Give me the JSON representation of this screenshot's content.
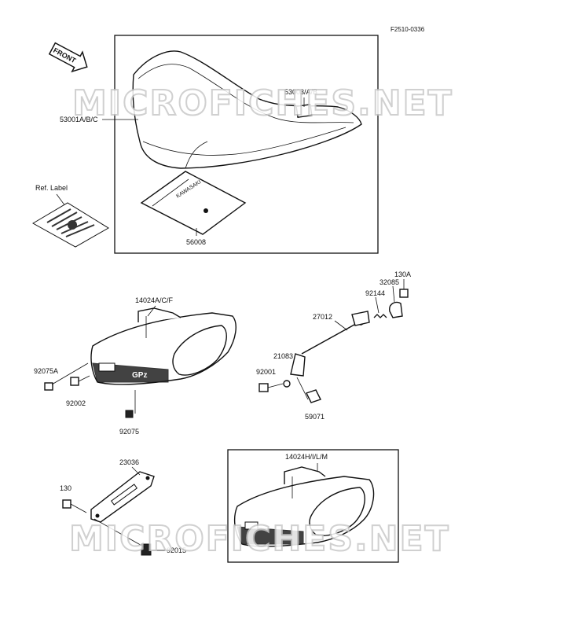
{
  "diagram": {
    "figure_code": "F2510-0336",
    "front_arrow_text": "FRONT",
    "ref_label_caption": "Ref. Label",
    "watermark_text": "MICROFICHES.NET",
    "brand_text_on_label": "KAWASAKI",
    "fairing_badge_text": "GPz",
    "parts": {
      "seat": "53001A/B/C",
      "seat_hook": "53003/A/B",
      "seat_pouch": "56008",
      "cowl_a": "14024A/C/F",
      "cowl_h": "14024H/I/L/M",
      "nut_92075A": "92075A",
      "bolt_92002": "92002",
      "grommet_92075": "92075",
      "lock_cable": "27012",
      "spring_92144": "92144",
      "collar_32085": "32085",
      "bolt_130A": "130A",
      "bracket_21083": "21083",
      "bolt_92001": "92001",
      "clip_59071": "59071",
      "stay_23036": "23036",
      "bolt_130": "130",
      "clamp_92015": "92015"
    }
  }
}
